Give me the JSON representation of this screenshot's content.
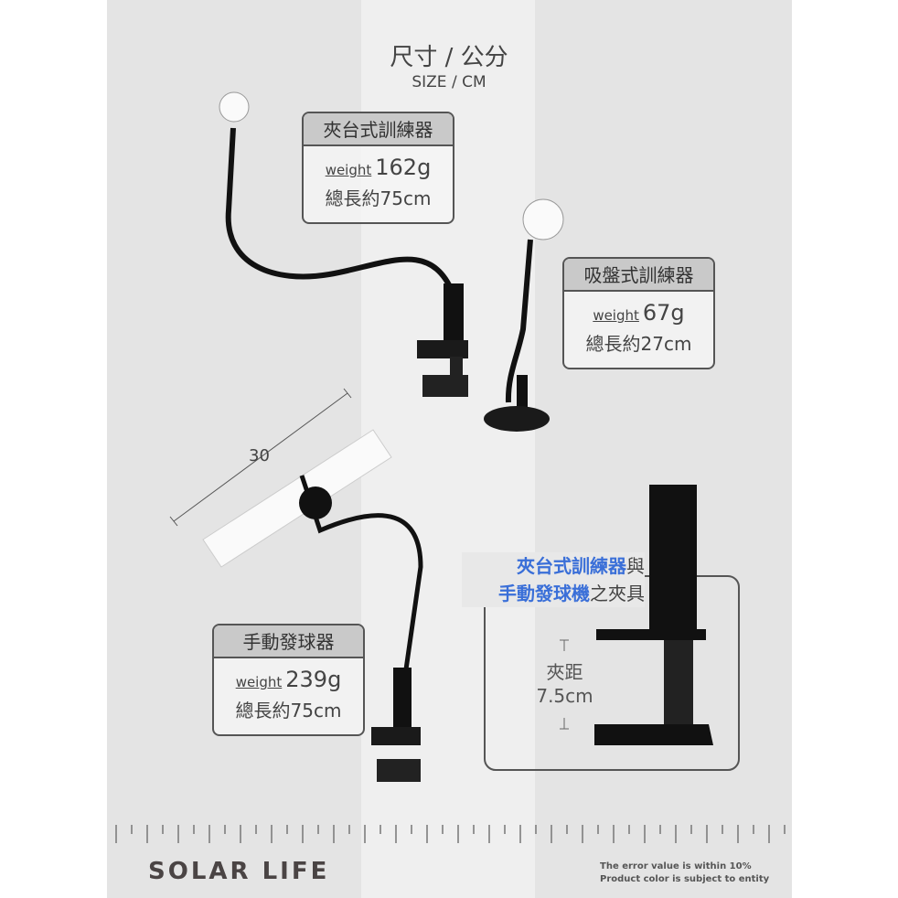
{
  "header": {
    "title_zh": "尺寸 / 公分",
    "title_en": "SIZE / CM"
  },
  "products": [
    {
      "name": "夾台式訓練器",
      "weight_label": "weight",
      "weight": "162g",
      "length": "總長約75cm"
    },
    {
      "name": "吸盤式訓練器",
      "weight_label": "weight",
      "weight": "67g",
      "length": "總長約27cm"
    },
    {
      "name": "手動發球器",
      "weight_label": "weight",
      "weight": "239g",
      "length": "總長約75cm"
    }
  ],
  "dimension": "30",
  "clamp": {
    "title_blue_1": "夾台式訓練器",
    "title_dark_1": "與",
    "title_blue_2": "手動發球機",
    "title_dark_2": "之夾具",
    "gap_label": "夾距",
    "gap_value": "7.5cm"
  },
  "footer": {
    "brand": "SOLAR LIFE",
    "note_1": "The error value is within 10%",
    "note_2": "Product color is subject to entity"
  },
  "colors": {
    "accent": "#3a6fd8",
    "text": "#444444"
  }
}
